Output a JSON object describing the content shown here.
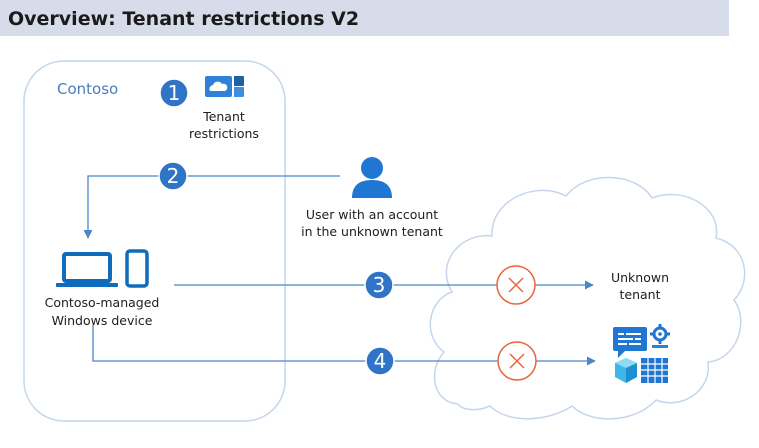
{
  "title": "Overview: Tenant restrictions V2",
  "contoso_label": "Contoso",
  "steps": [
    "1",
    "2",
    "3",
    "4"
  ],
  "tenant_restrictions_label": [
    "Tenant",
    "restrictions"
  ],
  "user_label": [
    "User with an account",
    "in the unknown tenant"
  ],
  "device_label": [
    "Contoso-managed",
    "Windows device"
  ],
  "unknown_tenant_label": [
    "Unknown",
    "tenant"
  ],
  "colors": {
    "accent": "#0078d4",
    "step_badge": "#2f74c7",
    "block_x": "#e8663d",
    "title_bar": "#d6dce9",
    "contoso_text": "#4a7cc0"
  },
  "icons": [
    "tenant-restrictions-icon",
    "user-icon",
    "laptop-icon",
    "phone-icon",
    "cloud-shape",
    "block-icon",
    "app-resources-icon"
  ]
}
